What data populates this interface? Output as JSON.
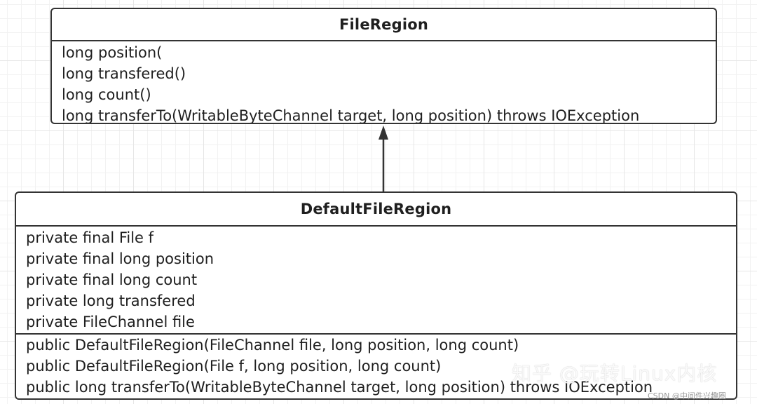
{
  "diagram": {
    "parent_class": {
      "name": "FileRegion",
      "methods": [
        "long position(",
        "long transfered()",
        "long count()",
        "long transferTo(WritableByteChannel target, long position) throws IOException"
      ]
    },
    "child_class": {
      "name": "DefaultFileRegion",
      "fields": [
        "private final File f",
        "private final long position",
        "private final long count",
        "private long transfered",
        "private FileChannel file"
      ],
      "methods": [
        "public DefaultFileRegion(FileChannel file, long position, long count)",
        "public DefaultFileRegion(File f, long position, long count)",
        "public long transferTo(WritableByteChannel target, long position) throws IOException"
      ]
    },
    "relationship": "inheritance"
  },
  "watermarks": {
    "zhihu": "知乎 @玩转Linux内核",
    "csdn": "CSDN @中间件兴趣圈"
  },
  "colors": {
    "border": "#333333",
    "grid": "#e6e6e6",
    "background": "#ffffff"
  }
}
